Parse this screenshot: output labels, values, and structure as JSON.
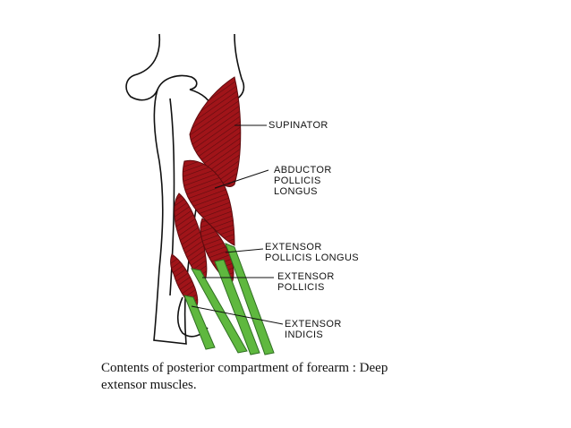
{
  "colors": {
    "muscle": "#a01419",
    "muscle_dark": "#5e0b0e",
    "tendon": "#5fb83f",
    "tendon_dark": "#2f6e22",
    "bone_outline": "#111111",
    "background": "#ffffff"
  },
  "labels": {
    "supinator": "SUPINATOR",
    "abductor_1": "ABDUCTOR",
    "abductor_2": "POLLICIS",
    "abductor_3": "LONGUS",
    "epl_1": "EXTENSOR",
    "epl_2": "POLLICIS LONGUS",
    "ep_1": "EXTENSOR",
    "ep_2": "POLLICIS",
    "ei_1": "EXTENSOR",
    "ei_2": "INDICIS"
  },
  "caption": {
    "line_1": "Contents of posterior compartment of forearm : Deep",
    "line_2": "extensor muscles."
  }
}
